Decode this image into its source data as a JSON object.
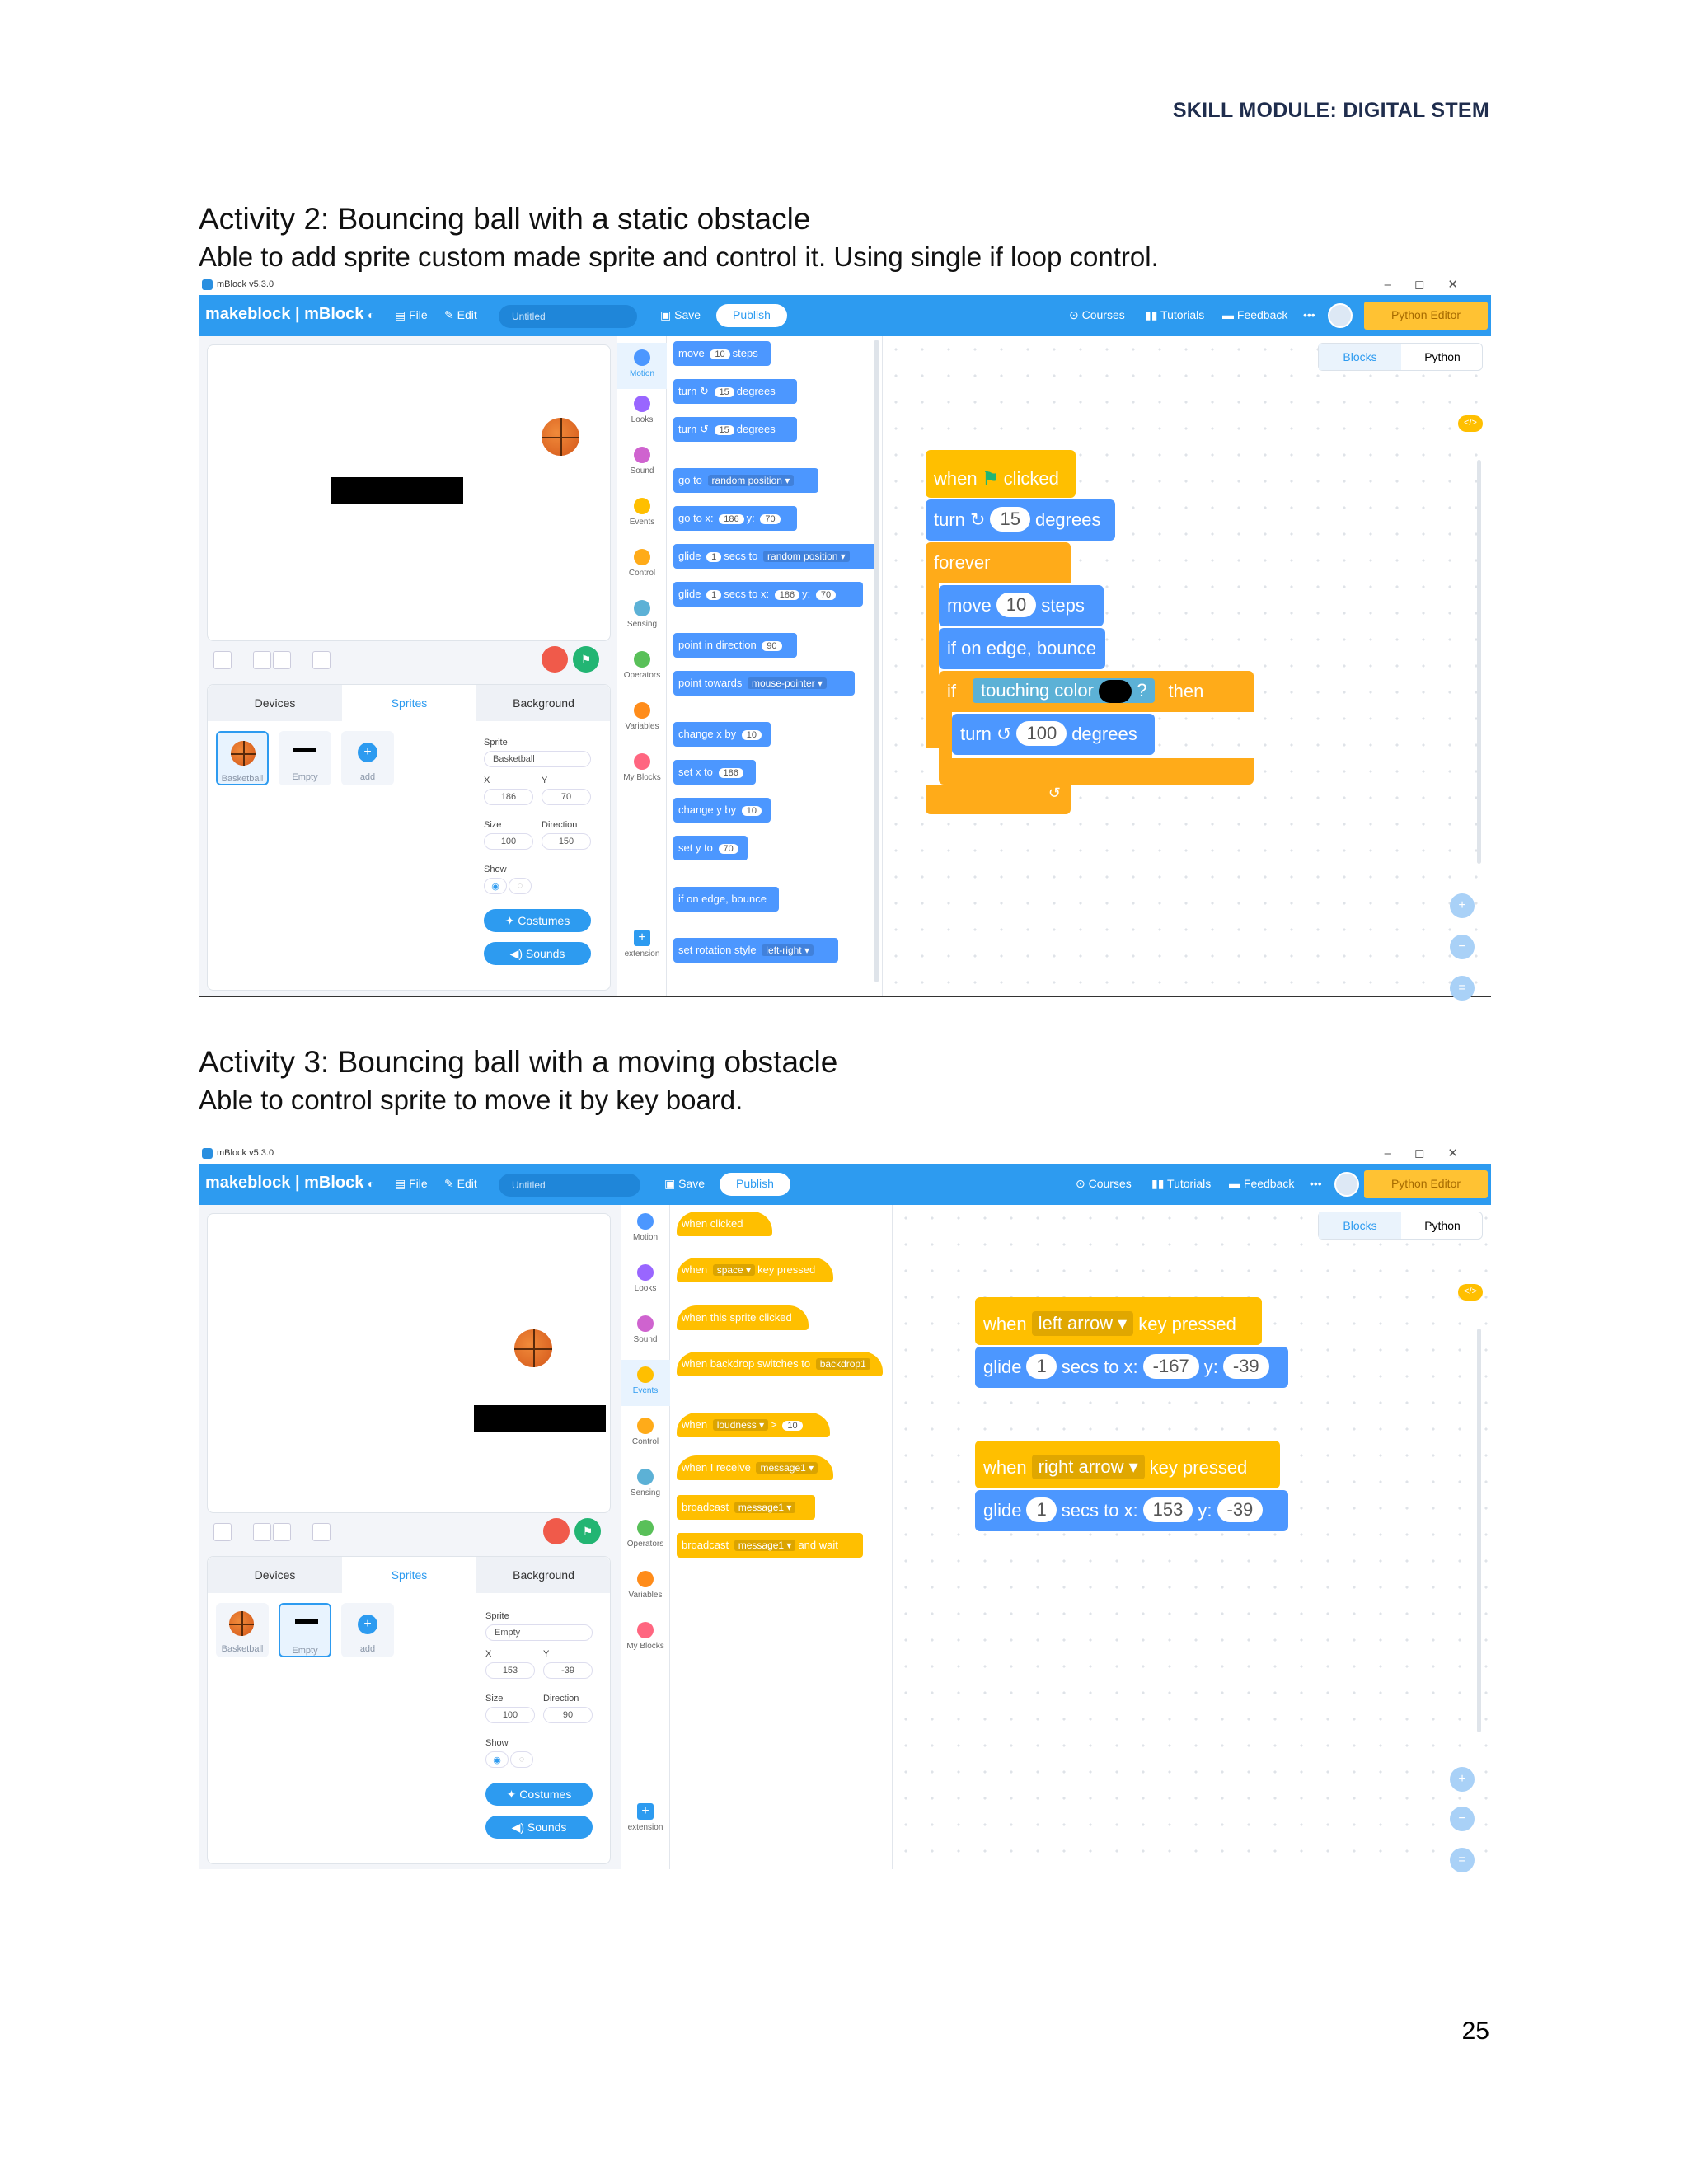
{
  "header": "SKILL MODULE: DIGITAL STEM",
  "page_number": "25",
  "activity2": {
    "title": "Activity 2: Bouncing ball with a static obstacle",
    "description": "Able to add sprite custom made sprite and control it. Using single if loop control."
  },
  "activity3": {
    "title": "Activity 3: Bouncing ball with a moving obstacle",
    "description": "Able to control sprite to move it by key board."
  },
  "app": {
    "window_title": "mBlock v5.3.0",
    "brand": "makeblock | mBlock",
    "menu_file": "File",
    "menu_edit": "Edit",
    "project_name": "Untitled",
    "save": "Save",
    "publish": "Publish",
    "courses": "Courses",
    "tutorials": "Tutorials",
    "feedback": "Feedback",
    "more": "•••",
    "python_editor": "Python Editor",
    "tab_blocks": "Blocks",
    "tab_python": "Python",
    "code_badge": "</>",
    "panel_tabs": [
      "Devices",
      "Sprites",
      "Background"
    ],
    "sprite_label": "Sprite",
    "x_label": "X",
    "y_label": "Y",
    "size_label": "Size",
    "direction_label": "Direction",
    "show_label": "Show",
    "costumes": "Costumes",
    "sounds": "Sounds",
    "add": "add",
    "extension": "extension",
    "sprite_names": [
      "Basketball",
      "Empty"
    ],
    "categories": [
      "Motion",
      "Looks",
      "Sound",
      "Events",
      "Control",
      "Sensing",
      "Operators",
      "Variables",
      "My Blocks"
    ]
  },
  "shot1": {
    "sprite_name": "Basketball",
    "x": "186",
    "y": "70",
    "size": "100",
    "direction": "150",
    "palette": [
      {
        "t1": "move",
        "v1": "10",
        "t2": "steps"
      },
      {
        "t1": "turn ↻",
        "v1": "15",
        "t2": "degrees"
      },
      {
        "t1": "turn ↺",
        "v1": "15",
        "t2": "degrees"
      },
      {
        "t1": "go to",
        "d1": "random position ▾"
      },
      {
        "t1": "go to x:",
        "v1": "186",
        "t2": "y:",
        "v2": "70"
      },
      {
        "t1": "glide",
        "v1": "1",
        "t2": "secs to",
        "d1": "random position ▾"
      },
      {
        "t1": "glide",
        "v1": "1",
        "t2": "secs to x:",
        "v2": "186",
        "t3": "y:",
        "v3": "70"
      },
      {
        "t1": "point in direction",
        "v1": "90"
      },
      {
        "t1": "point towards",
        "d1": "mouse-pointer ▾"
      },
      {
        "t1": "change x by",
        "v1": "10"
      },
      {
        "t1": "set x to",
        "v1": "186"
      },
      {
        "t1": "change y by",
        "v1": "10"
      },
      {
        "t1": "set y to",
        "v1": "70"
      },
      {
        "t1": "if on edge, bounce"
      },
      {
        "t1": "set rotation style",
        "d1": "left-right ▾"
      }
    ],
    "script": {
      "when": "when",
      "clicked": "clicked",
      "turn": "turn ↻",
      "turn_val": "15",
      "degrees": "degrees",
      "forever": "forever",
      "move": "move",
      "move_val": "10",
      "steps": "steps",
      "bounce": "if on edge, bounce",
      "if": "if",
      "touching_color": "touching color",
      "q": "?",
      "then": "then",
      "turn2": "turn ↺",
      "turn2_val": "100",
      "degrees2": "degrees",
      "loop_arrow": "↺"
    }
  },
  "shot2": {
    "sprite_name": "Empty",
    "x": "153",
    "y": "-39",
    "size": "100",
    "direction": "90",
    "palette": [
      {
        "t1": "when",
        "t2": "clicked"
      },
      {
        "t1": "when",
        "d1": "space ▾",
        "t2": "key pressed"
      },
      {
        "t1": "when this sprite clicked"
      },
      {
        "t1": "when backdrop switches to",
        "d1": "backdrop1"
      },
      {
        "t1": "when",
        "d1": "loudness ▾",
        "t2": ">",
        "v1": "10"
      },
      {
        "t1": "when I receive",
        "d1": "message1 ▾"
      },
      {
        "t1": "broadcast",
        "d1": "message1 ▾"
      },
      {
        "t1": "broadcast",
        "d1": "message1 ▾",
        "t2": "and wait"
      }
    ],
    "script1": {
      "when": "when",
      "key": "left arrow ▾",
      "pressed": "key pressed",
      "glide": "glide",
      "secs": "1",
      "secs_to": "secs to x:",
      "x": "-167",
      "y_label": "y:",
      "y": "-39"
    },
    "script2": {
      "when": "when",
      "key": "right arrow ▾",
      "pressed": "key pressed",
      "glide": "glide",
      "secs": "1",
      "secs_to": "secs to x:",
      "x": "153",
      "y_label": "y:",
      "y": "-39"
    }
  }
}
